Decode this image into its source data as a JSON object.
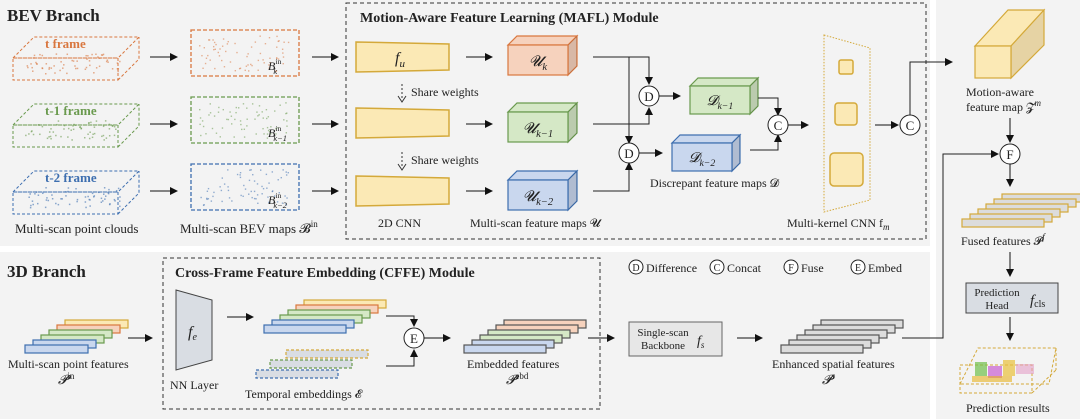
{
  "bev_branch": {
    "title": "BEV Branch",
    "frames": [
      {
        "label": "t frame",
        "color": "#d9773f",
        "bev_label": "B",
        "bev_sub": "k",
        "bev_sup": "in"
      },
      {
        "label": "t-1 frame",
        "color": "#6a9a4e",
        "bev_label": "B",
        "bev_sub": "k−1",
        "bev_sup": "in"
      },
      {
        "label": "t-2 frame",
        "color": "#3e6fb0",
        "bev_label": "B",
        "bev_sub": "k−2",
        "bev_sup": "in"
      }
    ],
    "point_clouds_caption": "Multi-scan point clouds",
    "bev_maps_caption": "Multi-scan BEV maps 𝓑",
    "bev_maps_caption_sup": "in"
  },
  "mafl": {
    "title": "Motion-Aware Feature Learning (MAFL) Module",
    "cnn_label": "f",
    "cnn_sub": "u",
    "share_weights": "Share weights",
    "cnn_caption": "2D CNN",
    "feature_maps": [
      {
        "label": "𝓤",
        "sub": "k",
        "color": "#f6d2bd",
        "stroke": "#d9773f"
      },
      {
        "label": "𝓤",
        "sub": "k−1",
        "color": "#d5e8c6",
        "stroke": "#6a9a4e"
      },
      {
        "label": "𝓤",
        "sub": "k−2",
        "color": "#c9d7ee",
        "stroke": "#3e6fb0"
      }
    ],
    "feature_maps_caption": "Multi-scan feature maps 𝓤",
    "discrepant": [
      {
        "label": "𝓓",
        "sub": "k−1",
        "color": "#d5e8c6",
        "stroke": "#6a9a4e"
      },
      {
        "label": "𝓓",
        "sub": "k−2",
        "color": "#c9d7ee",
        "stroke": "#3e6fb0"
      }
    ],
    "discrepant_caption": "Discrepant feature maps 𝓓",
    "multikernel_caption": "Multi-kernel CNN f",
    "multikernel_sub": "m"
  },
  "ops": {
    "difference": "D",
    "concat": "C",
    "fuse": "F",
    "embed": "E"
  },
  "legend": [
    {
      "symbol": "D",
      "label": "Difference"
    },
    {
      "symbol": "C",
      "label": "Concat"
    },
    {
      "symbol": "F",
      "label": "Fuse"
    },
    {
      "symbol": "E",
      "label": "Embed"
    }
  ],
  "right_column": {
    "motion_map_caption_1": "Motion-aware",
    "motion_map_caption_2": "feature map 𝓩",
    "motion_map_sup": "m",
    "fused_caption": "Fused features 𝓟",
    "fused_sup": "f",
    "head_line1": "Prediction",
    "head_line2": "Head",
    "head_f": "f",
    "head_sub": "cls",
    "prediction_caption": "Prediction results"
  },
  "branch_3d": {
    "title": "3D Branch",
    "input_caption": "Multi-scan point features",
    "input_symbol": "𝓟",
    "input_sup": "in",
    "cffe_title": "Cross-Frame Feature Embedding (CFFE) Module",
    "nn_label": "f",
    "nn_sub": "e",
    "nn_caption": "NN Layer",
    "temporal_caption": "Temporal embeddings 𝓔",
    "embedded_caption": "Embedded features",
    "embedded_symbol": "𝓟",
    "embedded_sup": "ebd",
    "backbone_line1": "Single-scan",
    "backbone_line2": "Backbone",
    "backbone_f": "f",
    "backbone_sub": "s",
    "enhanced_caption": "Enhanced spatial features",
    "enhanced_symbol": "𝓟",
    "enhanced_sup": "s"
  },
  "colors": {
    "panel_bg": "#f3f3f3",
    "orange": "#d9773f",
    "green": "#6a9a4e",
    "blue": "#3e6fb0",
    "gold": "#d4a93a",
    "yellow_fill": "#fbe9b5",
    "gray_fill": "#d9dde3"
  }
}
